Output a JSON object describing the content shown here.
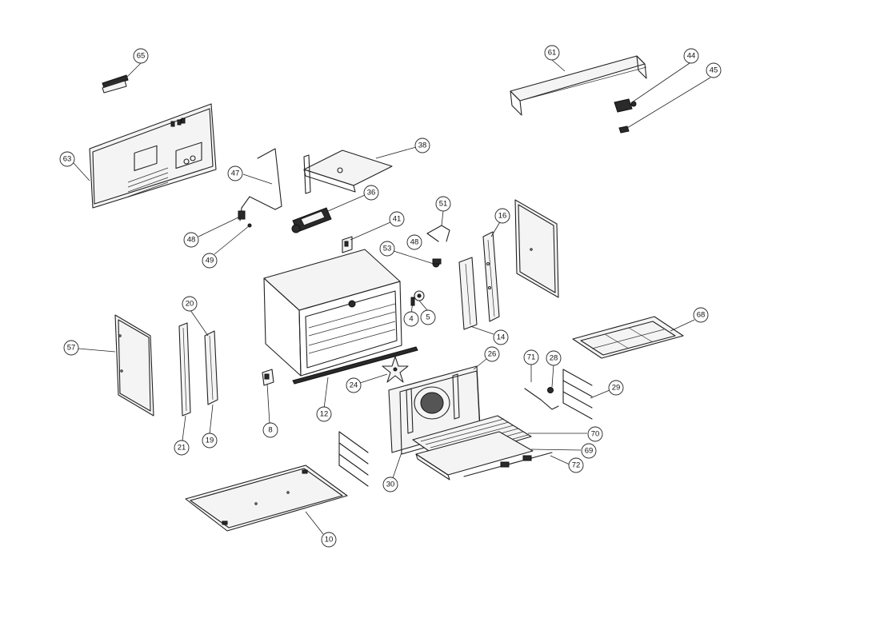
{
  "callouts": [
    {
      "num": "65"
    },
    {
      "num": "61"
    },
    {
      "num": "44"
    },
    {
      "num": "45"
    },
    {
      "num": "63"
    },
    {
      "num": "38"
    },
    {
      "num": "47"
    },
    {
      "num": "36"
    },
    {
      "num": "48"
    },
    {
      "num": "49"
    },
    {
      "num": "41"
    },
    {
      "num": "51"
    },
    {
      "num": "16"
    },
    {
      "num": "53"
    },
    {
      "num": "48"
    },
    {
      "num": "20"
    },
    {
      "num": "4"
    },
    {
      "num": "5"
    },
    {
      "num": "14"
    },
    {
      "num": "68"
    },
    {
      "num": "57"
    },
    {
      "num": "26"
    },
    {
      "num": "71"
    },
    {
      "num": "28"
    },
    {
      "num": "24"
    },
    {
      "num": "29"
    },
    {
      "num": "12"
    },
    {
      "num": "8"
    },
    {
      "num": "21"
    },
    {
      "num": "19"
    },
    {
      "num": "70"
    },
    {
      "num": "69"
    },
    {
      "num": "72"
    },
    {
      "num": "30"
    },
    {
      "num": "10"
    }
  ]
}
